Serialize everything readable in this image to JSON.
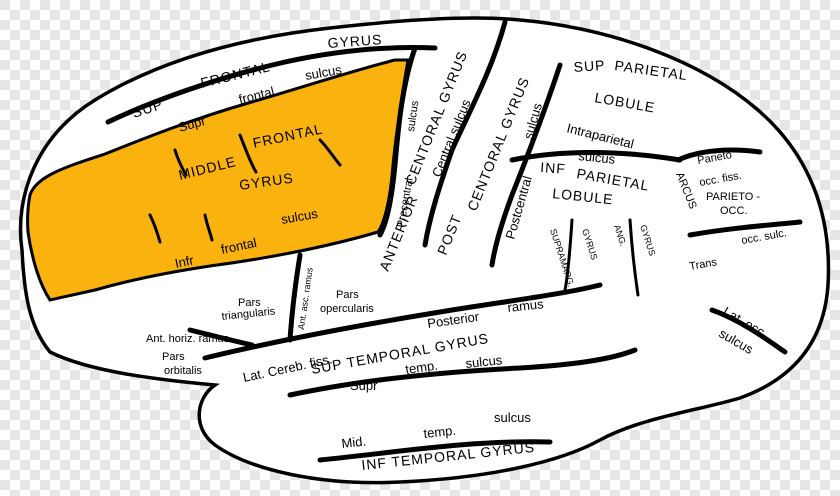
{
  "colors": {
    "highlight": "#F9B20E",
    "outline": "#000000",
    "background": "#FFFFFF",
    "checker": "#E6E6E6"
  },
  "labels": {
    "gyrus_top": "GYRUS",
    "sup": "SUP",
    "frontal_top": "FRONTAL",
    "sulcus_sup_frontal": "sulcus",
    "supr": "Supr",
    "frontal_supr": "frontal",
    "middle": "MIDDLE",
    "frontal_mid": "FRONTAL",
    "gyrus_mid": "GYRUS",
    "infr": "Infr",
    "frontal_infr": "frontal",
    "sulcus_infr": "sulcus",
    "sulcus_precentral_top": "sulcus",
    "precentral": "Precentral",
    "centoral_gyrus": "CENTORAL GYRUS",
    "central_sulcus": "Central sulcus",
    "anterior": "ANTERIOR",
    "post": "POST",
    "centoral_gyrus_post": "CENTORAL GYRUS",
    "sulcus_postcentral": "sulcus",
    "postcentral": "Postcentral",
    "sup_parietal_1": "SUP",
    "sup_parietal_2": "PARIETAL",
    "lobule_sup": "LOBULE",
    "intraparietal": "Intraparietal",
    "sulcus_intraparietal": "sulcus",
    "inf": "INF",
    "parietal_inf": "PARIETAL",
    "lobule_inf": "LOBULE",
    "parieto": "Parieto",
    "occ_fiss": "occ. fiss.",
    "parieto_occ_1": "PARIETO -",
    "parieto_occ_2": "OCC.",
    "arcus": "ARCUS",
    "trans": "Trans",
    "occ_sulc": "occ. sulc.",
    "lat_occ": "Lat. occ.",
    "sulcus_lat_occ": "sulcus",
    "supramarg": "SUPRAMARG.",
    "gyrus_supramarg": "GYRUS",
    "ang": "ANG.",
    "gyrus_ang": "GYRUS",
    "pars": "Pars",
    "triangularis": "triangularis",
    "ant_asc_ramus": "Ant. asc. ramus",
    "pars_op": "Pars",
    "opercularis": "opercularis",
    "ant_horiz_ramus": "Ant. horiz. ramus",
    "pars_orb": "Pars",
    "orbitalis": "orbitalis",
    "lat_cereb_fiss": "Lat. Cereb. fiss.",
    "posterior": "Posterior",
    "ramus": "ramus",
    "sup_temporal_gyrus": "SUP  TEMPORAL  GYRUS",
    "supr_temp": "Supr",
    "temp": "temp.",
    "sulcus_temp": "sulcus",
    "sulcus_mid": "sulcus",
    "mid": "Mid.",
    "temp_mid": "temp.",
    "inf_temporal_gyrus": "INF  TEMPORAL  GYRUS"
  }
}
